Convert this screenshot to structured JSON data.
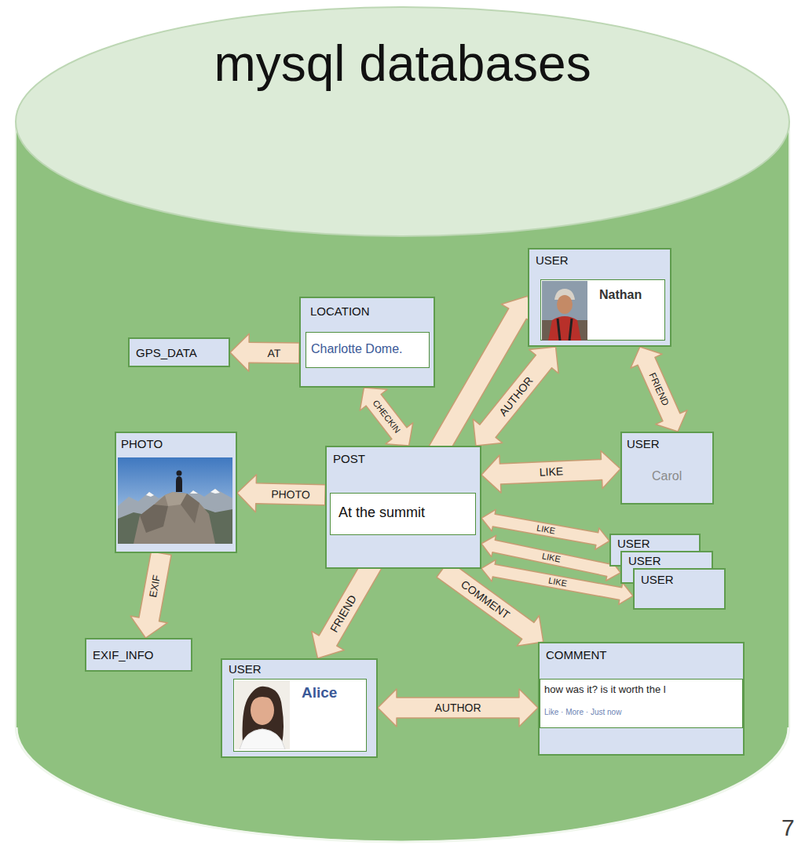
{
  "diagram": {
    "nodes": [
      {
        "text": [
          "mysql databases"
        ]
      },
      {
        "text": [
          "USER",
          "Nathan"
        ],
        "in": 0
      },
      {
        "text": [
          "LOCATION",
          "Charlotte Dome."
        ],
        "in": 0
      },
      {
        "text": [
          "GPS_DATA"
        ],
        "in": 0
      },
      {
        "text": [
          "PHOTO"
        ],
        "in": 0
      },
      {
        "text": [
          "POST",
          "At the summit"
        ],
        "in": 0
      },
      {
        "text": [
          "USER",
          "Carol"
        ],
        "in": 0
      },
      {
        "text": [
          "USER"
        ],
        "in": 0
      },
      {
        "text": [
          "USER"
        ],
        "in": 0
      },
      {
        "text": [
          "USER"
        ],
        "in": 0
      },
      {
        "text": [
          "EXIF_INFO"
        ],
        "in": 0
      },
      {
        "text": [
          "USER",
          "Alice"
        ],
        "in": 0
      },
      {
        "text": [
          "COMMENT",
          "how was it? is it worth the l",
          "Like · More · Just now"
        ],
        "in": 0
      }
    ],
    "edges": [
      {
        "from": 2,
        "to": 3,
        "label": "AT",
        "arrow": "to"
      },
      {
        "from": 2,
        "to": 5,
        "label": "CHECKIN",
        "arrow": "both"
      },
      {
        "from": 5,
        "to": 1,
        "label": "AUTHOR",
        "arrow": "both"
      },
      {
        "from": 1,
        "to": 11,
        "label": "FRIEND",
        "arrow": "both"
      },
      {
        "from": 1,
        "to": 6,
        "label": "FRIEND",
        "arrow": "both"
      },
      {
        "from": 5,
        "to": 4,
        "label": "PHOTO",
        "arrow": "to"
      },
      {
        "from": 4,
        "to": 10,
        "label": "EXIF",
        "arrow": "to"
      },
      {
        "from": 5,
        "to": 6,
        "label": "LIKE",
        "arrow": "both"
      },
      {
        "from": 5,
        "to": 7,
        "label": "LIKE",
        "arrow": "both"
      },
      {
        "from": 5,
        "to": 8,
        "label": "LIKE",
        "arrow": "both"
      },
      {
        "from": 5,
        "to": 9,
        "label": "LIKE",
        "arrow": "both"
      },
      {
        "from": 5,
        "to": 12,
        "label": "COMMENT",
        "arrow": "to"
      },
      {
        "from": 11,
        "to": 12,
        "label": "AUTHOR",
        "arrow": "both"
      }
    ],
    "labels": [
      "7"
    ]
  }
}
